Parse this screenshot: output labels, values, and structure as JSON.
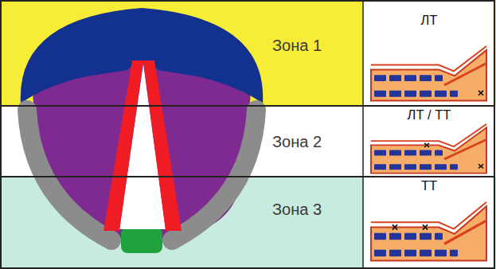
{
  "diagram": {
    "nodes": [
      {
        "text": [
          "Зона 1"
        ]
      },
      {
        "text": [
          "ЛТ"
        ],
        "in": 0
      },
      {
        "text": [
          "Зона 2"
        ]
      },
      {
        "text": [
          "ЛТ / ТТ"
        ],
        "in": 2
      },
      {
        "text": [
          "Зона 3"
        ]
      },
      {
        "text": [
          "ТТ"
        ],
        "in": 4
      }
    ]
  }
}
